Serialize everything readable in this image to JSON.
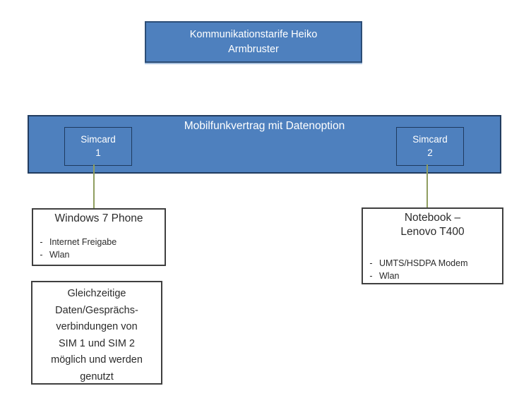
{
  "colors": {
    "shape_fill": "#4E80BE",
    "shape_border": "#2C4D76",
    "inner_box_border": "#1E3A5F",
    "white_box_border": "#3F3F3F",
    "text_on_blue": "#FFFFFF",
    "text_on_white": "#2B2B2B",
    "connector": "#8F9E60"
  },
  "title_box": {
    "lines": [
      "Kommunikationstarife Heiko",
      "Armbruster"
    ]
  },
  "contract_banner": {
    "title": "Mobilfunkvertrag mit Datenoption",
    "simcard1": {
      "lines": [
        "Simcard",
        "1"
      ]
    },
    "simcard2": {
      "lines": [
        "Simcard",
        "2"
      ]
    }
  },
  "phone_box": {
    "title": "Windows 7 Phone",
    "bullets": [
      {
        "marker": "-",
        "text": "Internet Freigabe"
      },
      {
        "marker": "-",
        "text": "Wlan"
      }
    ]
  },
  "notebook_box": {
    "title_lines": [
      "Notebook –",
      "Lenovo T400"
    ],
    "bullets": [
      {
        "marker": "-",
        "text": "UMTS/HSDPA Modem"
      },
      {
        "marker": "-",
        "text": "Wlan"
      }
    ]
  },
  "note_box": {
    "lines": [
      "Gleichzeitige",
      "Daten/Gesprächs-",
      "verbindungen von",
      "SIM 1 und SIM 2",
      "möglich und werden",
      "genutzt"
    ]
  }
}
